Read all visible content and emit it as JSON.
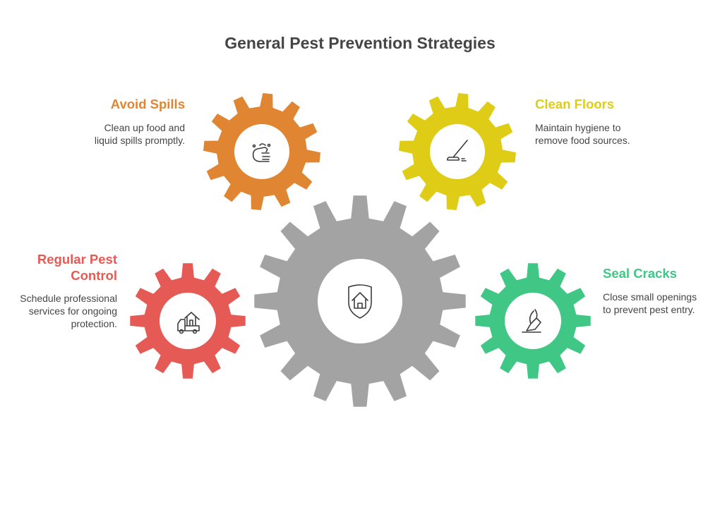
{
  "title": "General Pest Prevention Strategies",
  "center": {
    "icon": "shield-home-icon",
    "color": "#a3a3a3"
  },
  "items": [
    {
      "id": "avoid-spills",
      "title": "Avoid Spills",
      "description": "Clean up food and liquid spills promptly.",
      "icon": "washing-hands-icon",
      "color": "#e08532"
    },
    {
      "id": "clean-floors",
      "title": "Clean Floors",
      "description": "Maintain hygiene to remove food sources.",
      "icon": "broom-icon",
      "color": "#dfcc16"
    },
    {
      "id": "regular-pest-control",
      "title": "Regular Pest Control",
      "description": "Schedule professional services for ongoing protection.",
      "icon": "pest-control-truck-icon",
      "color": "#e65a55"
    },
    {
      "id": "seal-cracks",
      "title": "Seal Cracks",
      "description": "Close small openings to prevent pest entry.",
      "icon": "sealant-icon",
      "color": "#40c685"
    }
  ]
}
